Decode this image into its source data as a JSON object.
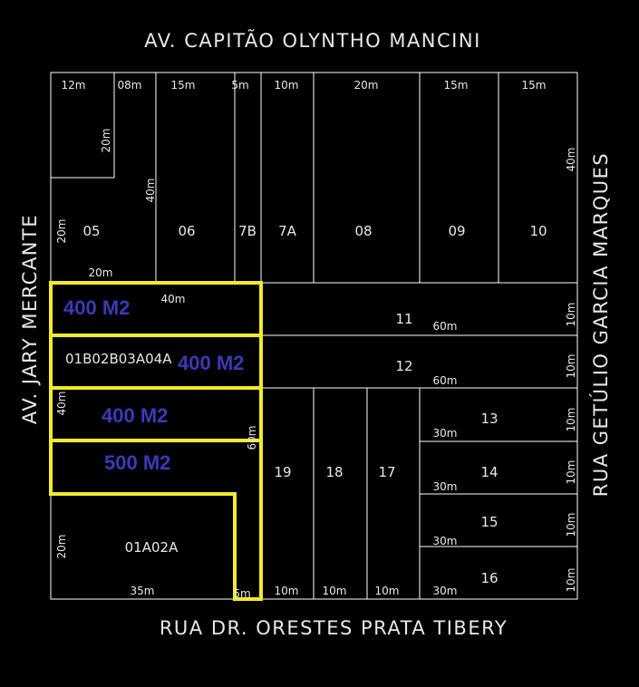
{
  "streets": {
    "top": "AV. CAPITÃO OLYNTHO MANCINI",
    "bottom": "RUA DR. ORESTES PRATA TIBERY",
    "left": "AV. JARY MERCANTE",
    "right": "RUA GETÚLIO GARCIA MARQUES"
  },
  "lots": {
    "l05": "05",
    "l06": "06",
    "l7b": "7B",
    "l7a": "7A",
    "l08": "08",
    "l09": "09",
    "l10": "10",
    "l11": "11",
    "l12": "12",
    "l13": "13",
    "l14": "14",
    "l15": "15",
    "l16": "16",
    "l17": "17",
    "l18": "18",
    "l19": "19",
    "row_b": "01B02B03A04A",
    "l01a02a": "01A02A"
  },
  "areas": {
    "a1": "400 M2",
    "a2": "400 M2",
    "a3": "400 M2",
    "a4": "500 M2"
  },
  "dims": {
    "top_12m": "12m",
    "top_08m": "08m",
    "top_15m_a": "15m",
    "top_5m": "5m",
    "top_10m": "10m",
    "top_20m": "20m",
    "top_15m_b": "15m",
    "top_15m_c": "15m",
    "v20m_inner": "20m",
    "v40m_mid": "40m",
    "v40m_right": "40m",
    "v20m_left": "20m",
    "h20m_under05": "20m",
    "h40m_row11": "40m",
    "h60m_11": "60m",
    "h60m_12": "60m",
    "v10m_11": "10m",
    "v10m_12": "10m",
    "v10m_13": "10m",
    "v10m_14": "10m",
    "v10m_15": "10m",
    "v10m_16": "10m",
    "v40m_left": "40m",
    "v60m": "60m",
    "h30m_13": "30m",
    "h30m_14": "30m",
    "h30m_15": "30m",
    "h30m_16": "30m",
    "v20m_bottomleft": "20m",
    "bot_35m": "35m",
    "bot_5m": "5m",
    "bot_10m_a": "10m",
    "bot_10m_b": "10m",
    "bot_10m_c": "10m"
  }
}
